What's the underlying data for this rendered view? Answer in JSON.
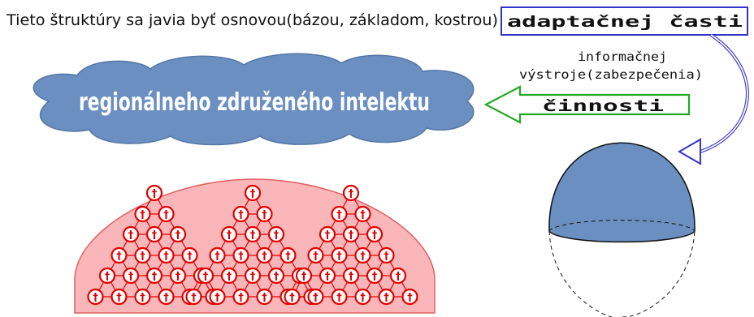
{
  "heading": {
    "intro": "Tieto štruktúry sa javia byť osnovou(bázou, základom, kostrou)",
    "boxed": "adaptačnej časti"
  },
  "labels": {
    "info_line1": "informačnej",
    "info_line2": "výstroje(zabezpečenia)",
    "arrow_text": "činnosti",
    "cloud_text": "regionálneho združeného intelektu",
    "node_symbol": "†"
  },
  "colors": {
    "cloud_fill": "#6a8fc0",
    "cloud_text": "#ffffff",
    "dome_fill": "#fbb6b9",
    "dome_stroke": "#e06060",
    "node_stroke": "#e00000",
    "node_fill": "#ffffff",
    "arrow_stroke": "#22aa22",
    "box_stroke": "#3333cc",
    "curve_stroke": "#3333cc",
    "hemisphere_fill": "#6a8fc0"
  }
}
